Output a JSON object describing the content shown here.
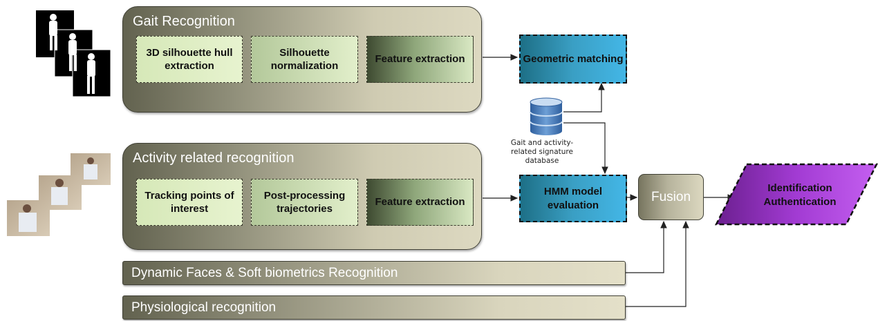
{
  "gait_panel": {
    "title": "Gait Recognition",
    "steps": [
      "3D silhouette hull extraction",
      "Silhouette normalization",
      "Feature extraction"
    ]
  },
  "activity_panel": {
    "title": "Activity related recognition",
    "steps": [
      "Tracking points of interest",
      "Post-processing trajectories",
      "Feature extraction"
    ]
  },
  "matching": {
    "geometric": "Geometric matching",
    "hmm": "HMM model evaluation"
  },
  "database": {
    "caption": "Gait and activity-related signature database"
  },
  "fusion_label": "Fusion",
  "bars": {
    "dynamic_faces": "Dynamic Faces & Soft biometrics Recognition",
    "physiological": "Physiological recognition"
  },
  "output": {
    "line1": "Identification",
    "line2": "Authentication"
  },
  "colors": {
    "panel_gradient_dark": "#62624f",
    "panel_gradient_light": "#ddd9c1",
    "step_green": "#e2efcb",
    "blue_box": "#3a9fc4",
    "output_purple": "#a23bd3"
  }
}
